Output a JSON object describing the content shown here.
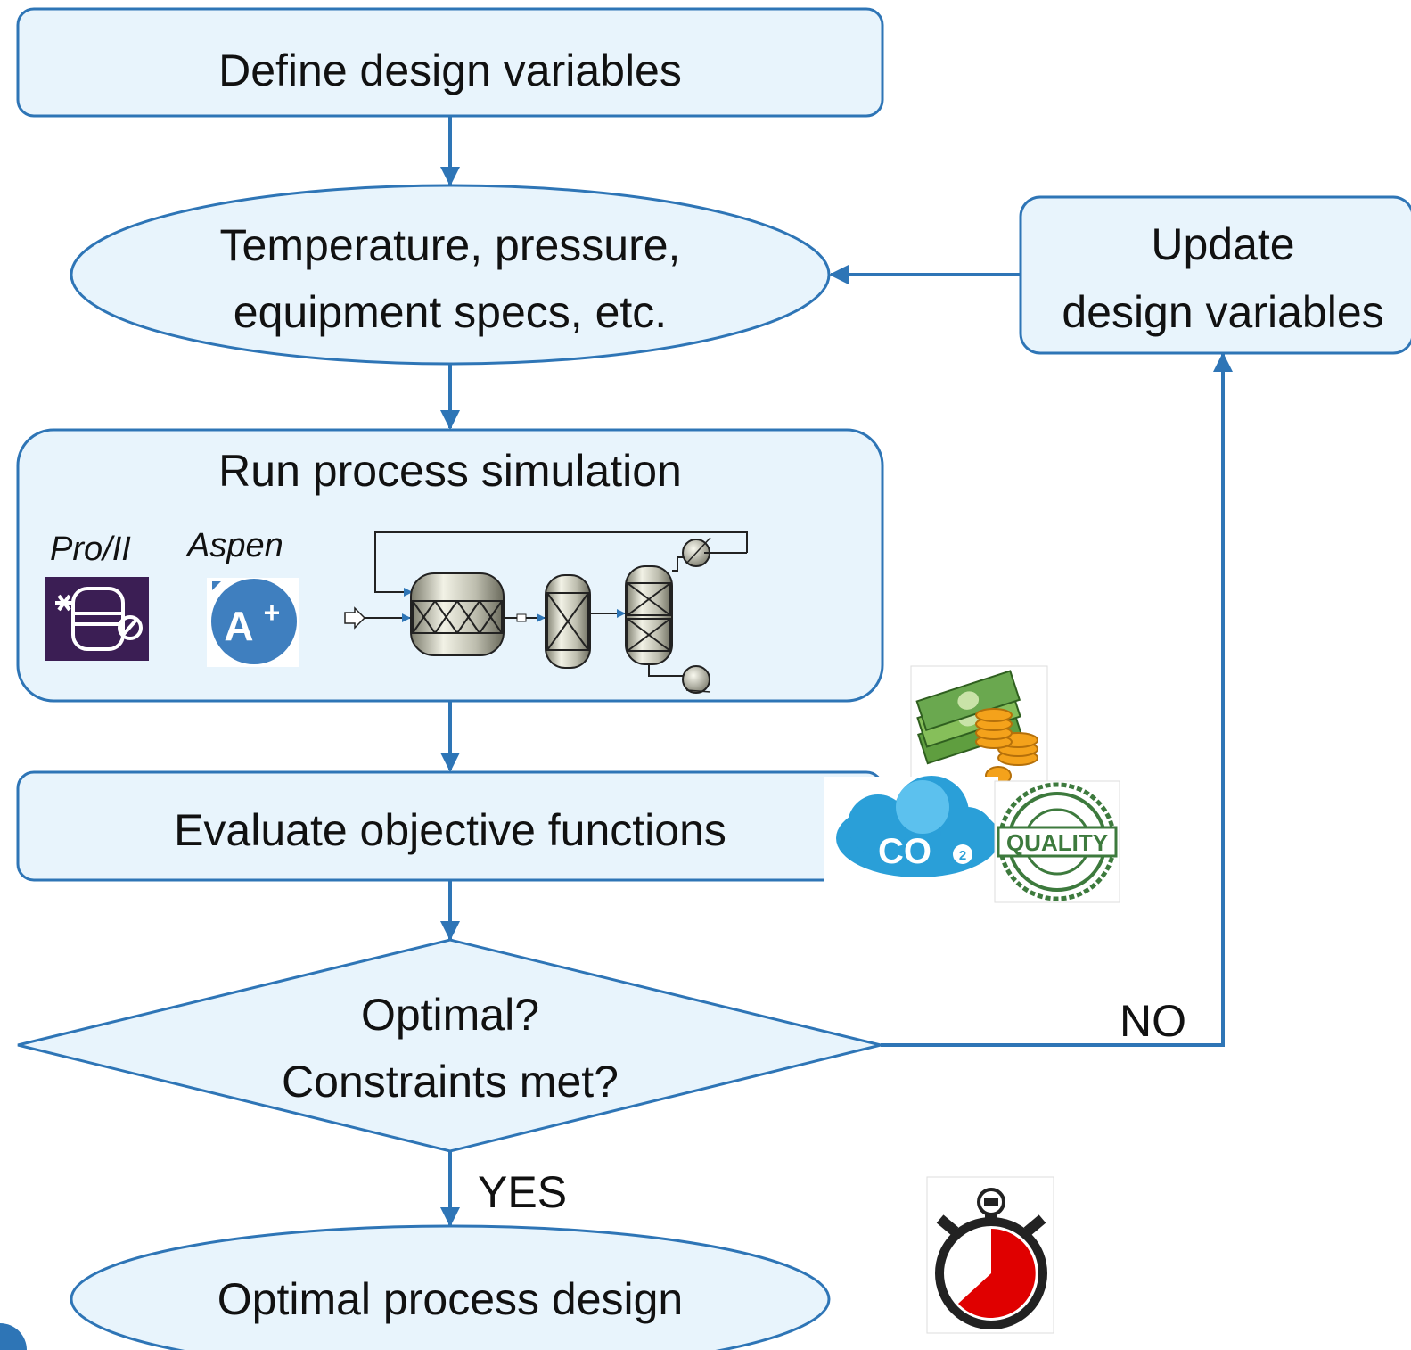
{
  "colors": {
    "node_fill": "#e8f4fc",
    "node_stroke": "#2e75b6",
    "arrow": "#2e75b6",
    "proii_tile": "#3b1e54",
    "aspen_circle": "#3f7fbf",
    "money_green": "#6aa84f",
    "coin_orange": "#f4a21b",
    "co2_cloud": "#2a9fd8",
    "quality_green": "#3d7a3d",
    "timer_red": "#e00000"
  },
  "nodes": {
    "define": "Define design variables",
    "variables_line1": "Temperature, pressure,",
    "variables_line2": "equipment specs, etc.",
    "update_line1": "Update",
    "update_line2": "design variables",
    "simulation": "Run process simulation",
    "evaluate": "Evaluate objective functions",
    "decision_line1": "Optimal?",
    "decision_line2": "Constraints met?",
    "result": "Optimal process design"
  },
  "labels": {
    "no": "NO",
    "yes": "YES",
    "proii": "Pro/II",
    "aspen": "Aspen"
  },
  "icons": {
    "proii": "proii-logo-icon",
    "aspen": "aspen-plus-logo-icon",
    "flowsheet": "process-flowsheet-icon",
    "money": "money-stack-icon",
    "co2": "co2-cloud-icon",
    "quality": "quality-guarantee-seal-icon",
    "timer": "stopwatch-icon"
  }
}
